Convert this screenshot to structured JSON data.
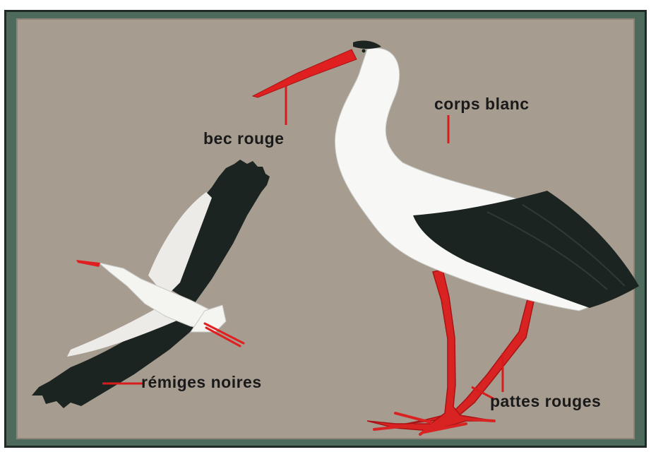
{
  "labels": {
    "beak": "bec rouge",
    "body": "corps blanc",
    "wings": "rémiges noires",
    "legs": "pattes rouges"
  },
  "colors": {
    "frame": "#4d6a5c",
    "background": "#a69c90",
    "leader_lines": "#d81b1b",
    "beak_legs": "#e02020",
    "wing_black": "#1c2422",
    "plumage_white": "#f7f7f5"
  }
}
